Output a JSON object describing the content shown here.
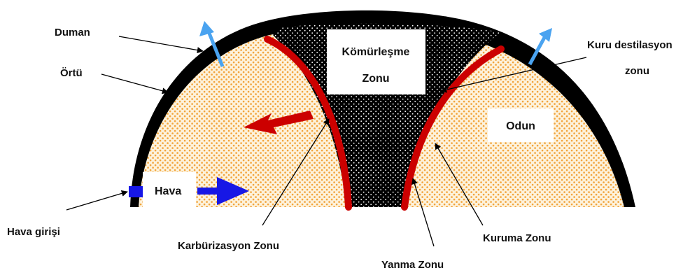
{
  "labels": {
    "duman": "Duman",
    "ortu": "Örtü",
    "hava_girisi": "Hava girişi",
    "hava": "Hava",
    "komurlesme_line1": "Kömürleşme",
    "komurlesme_line2": "Zonu",
    "kuru_destilasyon_line1": "Kuru destilasyon",
    "kuru_destilasyon_line2": "zonu",
    "odun": "Odun",
    "karburizasyon": "Karbürizasyon Zonu",
    "yanma": "Yanma Zonu",
    "kuruma": "Kuruma Zonu"
  },
  "colors": {
    "cover": "#000000",
    "wood_fill": "#fdf2dc",
    "wood_dots": "#f2a43c",
    "char_dots": "#ffffff",
    "burn_zone": "#cc0000",
    "smoke_arrow": "#4aa3f0",
    "air_arrow": "#1717e6"
  }
}
